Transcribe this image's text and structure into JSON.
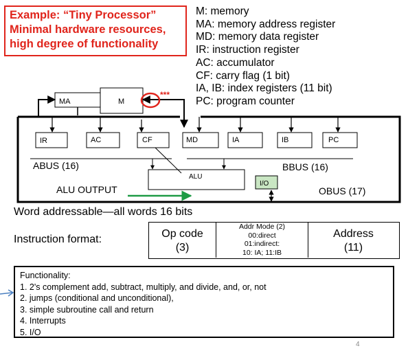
{
  "title": {
    "line1": "Example: “Tiny Processor”",
    "line2": "Minimal hardware resources,",
    "line3": "high degree of functionality"
  },
  "legend": [
    "M: memory",
    "MA: memory address register",
    "MD: memory data register",
    "IR: instruction register",
    "AC: accumulator",
    "CF: carry flag (1 bit)",
    "IA, IB: index registers (11 bit)",
    "PC: program counter"
  ],
  "diagram": {
    "ma": "MA",
    "m": "M",
    "stars": "***",
    "ir": "IR",
    "ac": "AC",
    "cf": "CF",
    "md": "MD",
    "ia": "IA",
    "ib": "IB",
    "pc": "PC",
    "abus": "ABUS (16)",
    "bbus": "BBUS (16)",
    "alu": "ALU",
    "alu_output": "ALU OUTPUT",
    "io": "I/O",
    "obus": "OBUS (17)"
  },
  "colors": {
    "title_red": "#e0241b",
    "green_arrow": "#1e9b45",
    "io_fill": "#c9e6c3",
    "blue_arrow": "#4a7fc0"
  },
  "word_addressable": "Word addressable—all words 16 bits",
  "instruction_format": {
    "label": "Instruction format:",
    "opcode_title": "Op code",
    "opcode_bits": "(3)",
    "addrmode_title": "Addr Mode (2)",
    "addrmode_00": "00:direct",
    "addrmode_01": "01:indirect:",
    "addrmode_10_11": "10: IA; 11:IB",
    "address_title": "Address",
    "address_bits": "(11)"
  },
  "functionality": {
    "heading": "Functionality:",
    "items": [
      "1.  2's complement add, subtract, multiply, and divide, and, or, not",
      "2. jumps (conditional and unconditional),",
      "3. simple subroutine call and return",
      "4. Interrupts",
      "5. I/O"
    ]
  },
  "page_number": "4"
}
